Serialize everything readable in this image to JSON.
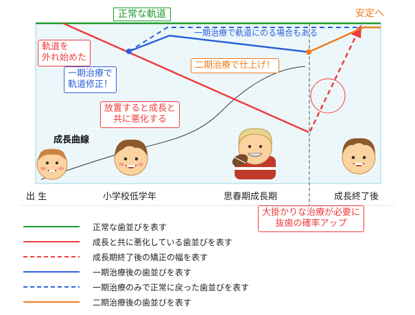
{
  "top_labels": {
    "normal_track": "正常な軌道",
    "stable": "安定へ"
  },
  "annotations": {
    "off_track": [
      "軌道を",
      "外れ始めた"
    ],
    "phase1_fix": [
      "一期治療で",
      "軌道修正！"
    ],
    "phase1_return": "一期治療で軌道にのる場合もある",
    "phase2_finish": "二期治療で仕上げ！",
    "neglect": [
      "放置すると成長と",
      "共に悪化する"
    ],
    "growth_curve": "成長曲線",
    "major_treatment": [
      "大掛かりな治療が必要に",
      "抜歯の確率アップ"
    ]
  },
  "x_axis": {
    "birth": "出 生",
    "elementary": "小学校低学年",
    "puberty": "思春期成長期",
    "growth_end": "成長終了後"
  },
  "legend": [
    {
      "color": "#1a9a2a",
      "style": "solid",
      "label": "正常な歯並びを表す"
    },
    {
      "color": "#ee3b3b",
      "style": "solid",
      "label": "成長と共に悪化している歯並びを表す"
    },
    {
      "color": "#ee3b3b",
      "style": "dashed",
      "label": "成長期終了後の矯正の幅を表す"
    },
    {
      "color": "#2b5fd9",
      "style": "solid",
      "label": "一期治療後の歯並びを表す"
    },
    {
      "color": "#2b5fd9",
      "style": "dashed",
      "label": "一期治療のみで正常に戻った歯並びを表す"
    },
    {
      "color": "#f07a1a",
      "style": "solid",
      "label": "二期治療後の歯並びを表す"
    }
  ],
  "colors": {
    "green": "#1a9a2a",
    "red": "#ee3b3b",
    "blue": "#2b5fd9",
    "orange": "#f07a1a",
    "panel": "#eef8fb"
  }
}
